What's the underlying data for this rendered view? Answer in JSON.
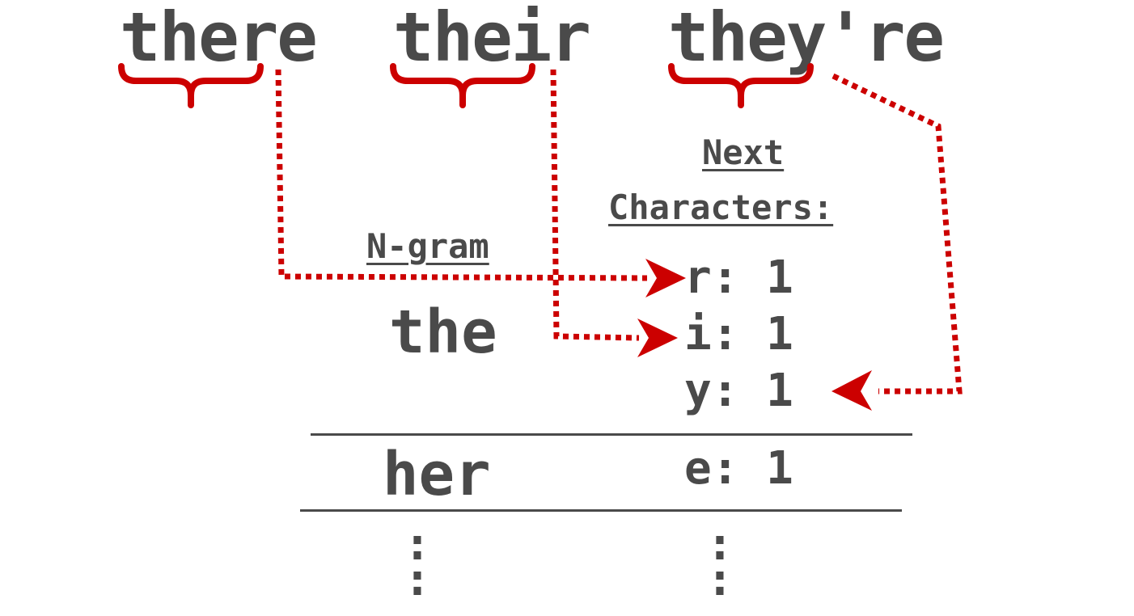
{
  "words": [
    "there",
    "their",
    "they're"
  ],
  "headers": {
    "ngram": "N-gram",
    "next_line1": "Next",
    "next_line2": "Characters:"
  },
  "rows": [
    {
      "gram": "the",
      "entries": [
        "r: 1",
        "i: 1",
        "y: 1"
      ]
    },
    {
      "gram": "her",
      "entries": [
        "e: 1"
      ]
    }
  ],
  "ellipsis": ":",
  "colors": {
    "text": "#4a4a4a",
    "accent": "#cc0000"
  }
}
